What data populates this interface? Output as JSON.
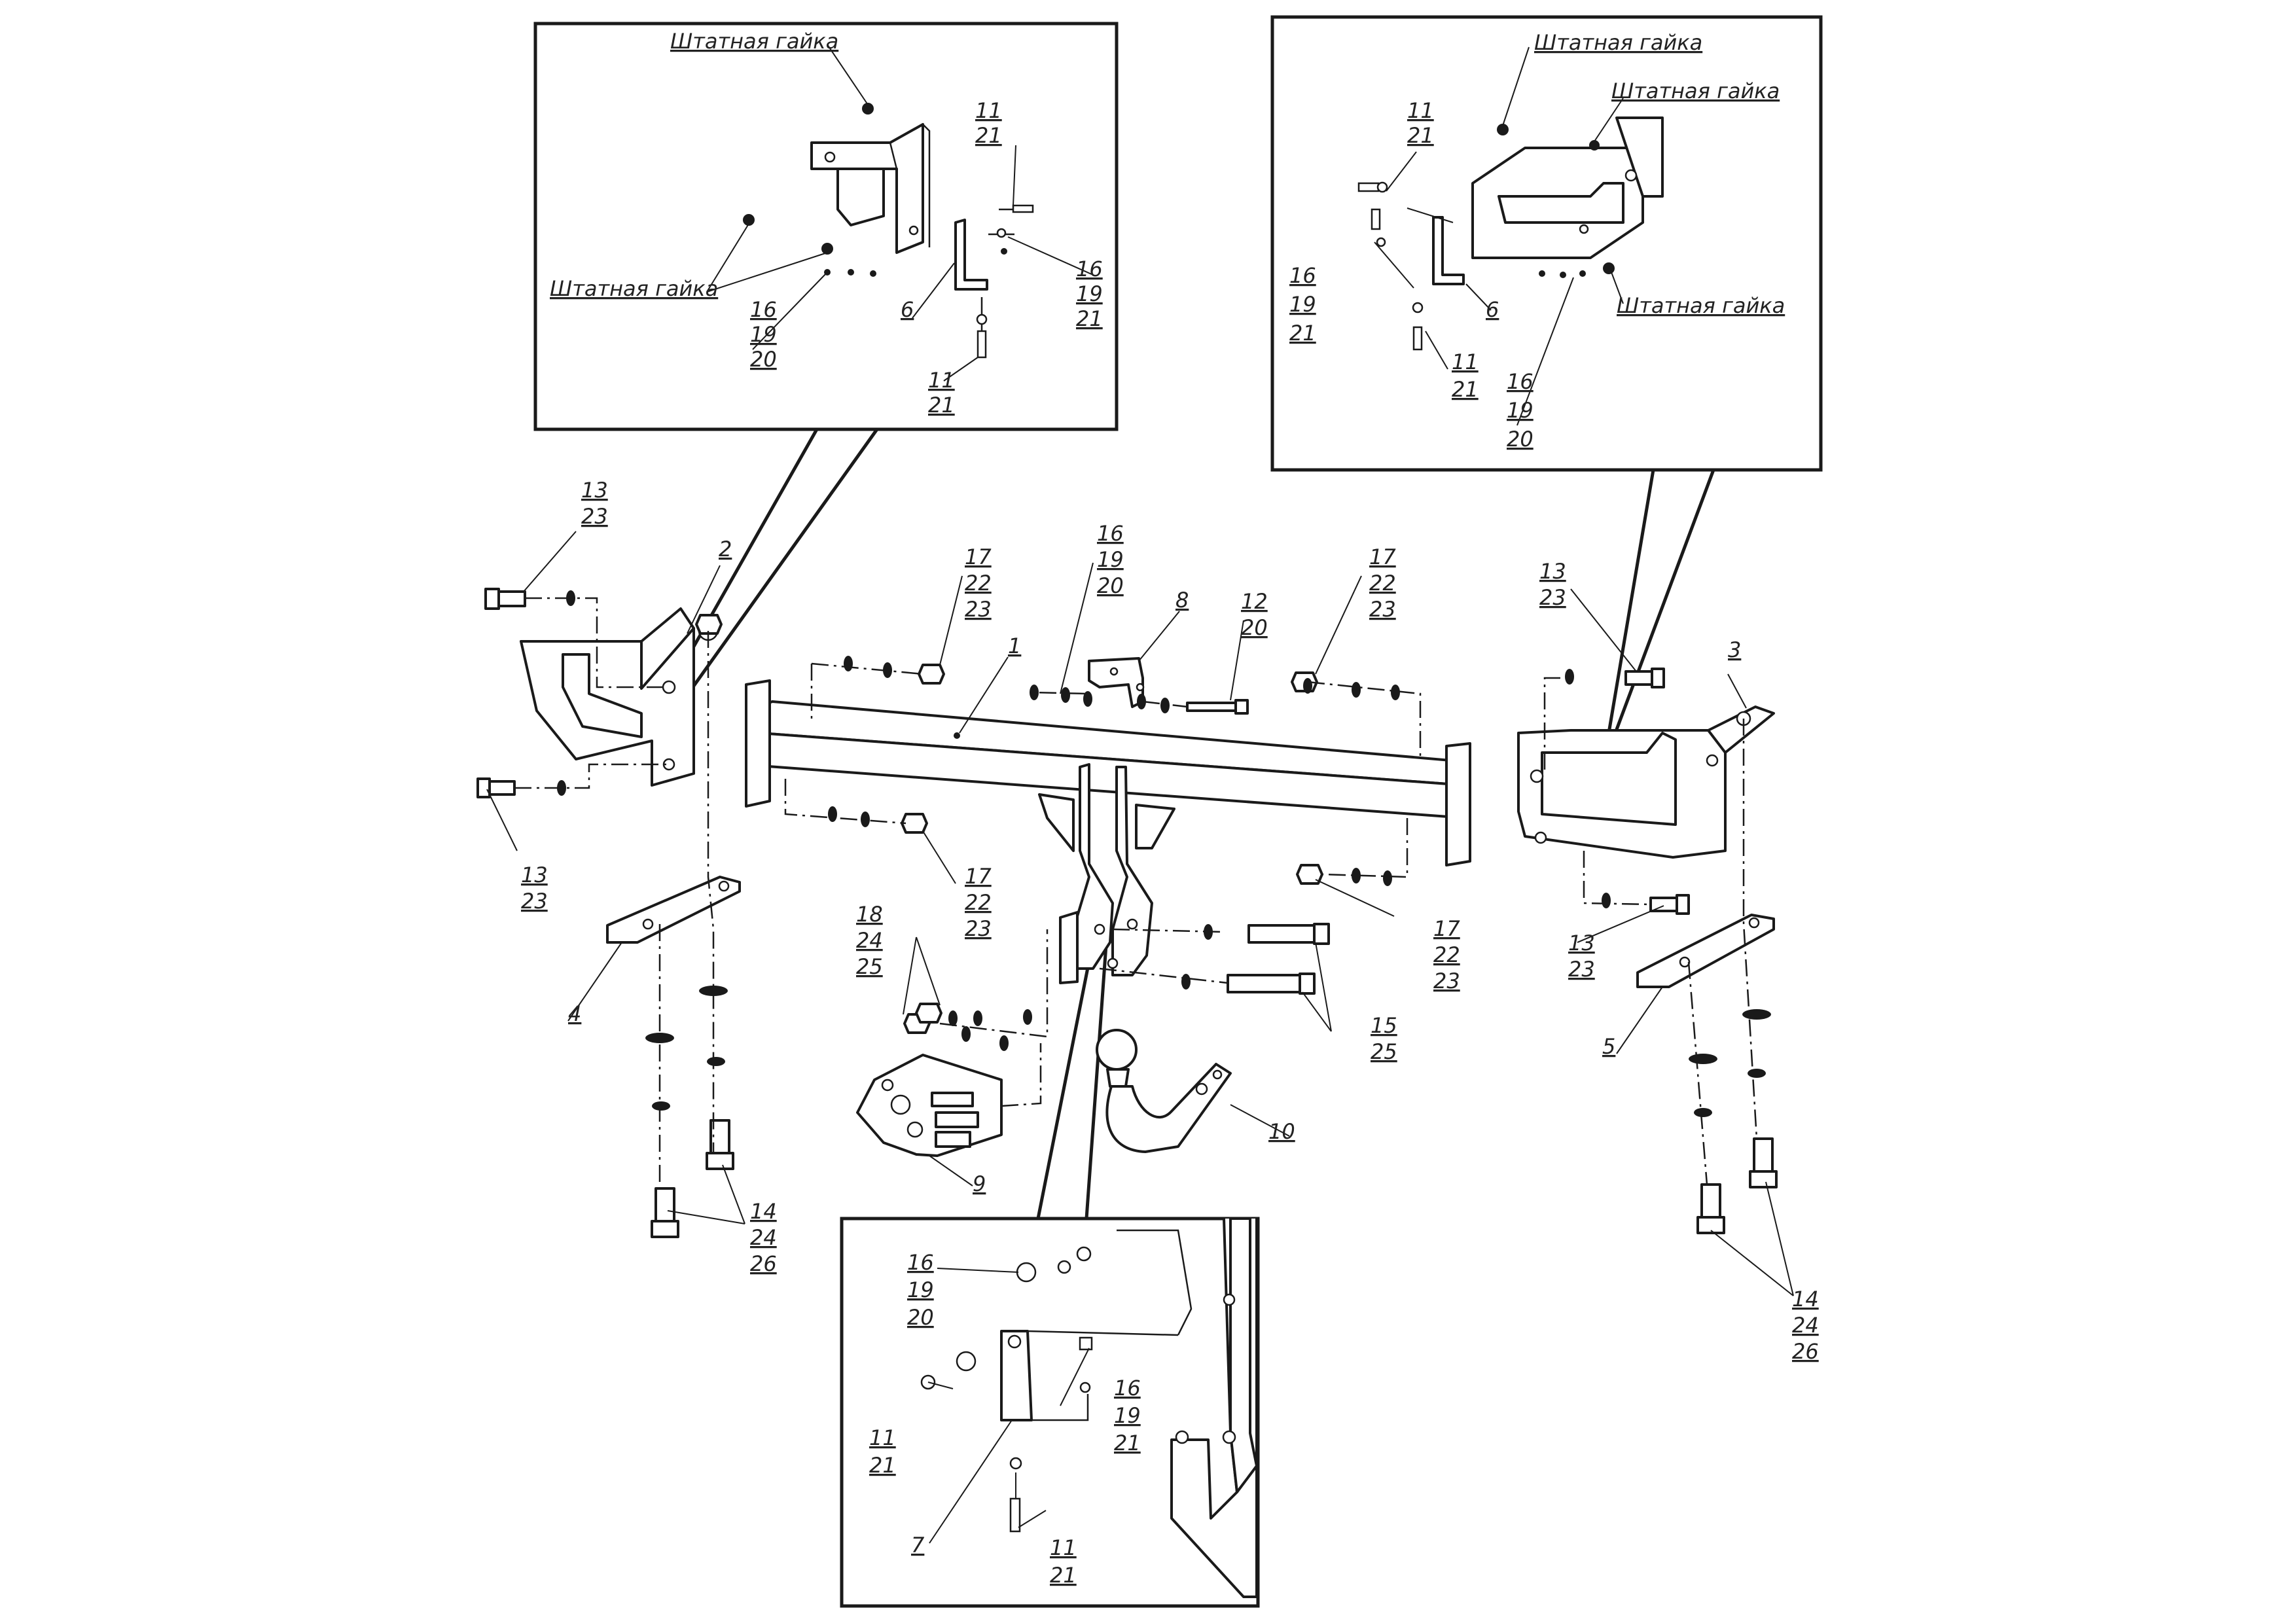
{
  "diagram": {
    "insets": {
      "top_left": {
        "labels": [
          {
            "id": "tl-nut-a",
            "text": "Штатная гайка"
          },
          {
            "id": "tl-nut-b",
            "text": "Штатная гайка"
          },
          {
            "id": "tl-a",
            "lines": [
              "11",
              "21"
            ]
          },
          {
            "id": "tl-b",
            "lines": [
              "16",
              "19",
              "21"
            ]
          },
          {
            "id": "tl-c",
            "lines": [
              "16",
              "19",
              "20"
            ]
          },
          {
            "id": "tl-d",
            "lines": [
              "6"
            ]
          },
          {
            "id": "tl-e",
            "lines": [
              "11",
              "21"
            ]
          }
        ]
      },
      "top_right": {
        "labels": [
          {
            "id": "tr-nut-a",
            "text": "Штатная гайка"
          },
          {
            "id": "tr-nut-b",
            "text": "Штатная гайка"
          },
          {
            "id": "tr-nut-c",
            "text": "Штатная гайка"
          },
          {
            "id": "tr-a",
            "lines": [
              "11",
              "21"
            ]
          },
          {
            "id": "tr-b",
            "lines": [
              "16",
              "19",
              "21"
            ]
          },
          {
            "id": "tr-c",
            "lines": [
              "6"
            ]
          },
          {
            "id": "tr-d",
            "lines": [
              "11",
              "21"
            ]
          },
          {
            "id": "tr-e",
            "lines": [
              "16",
              "19",
              "20"
            ]
          }
        ]
      },
      "bottom": {
        "labels": [
          {
            "id": "bt-a",
            "lines": [
              "16",
              "19",
              "20"
            ]
          },
          {
            "id": "bt-b",
            "lines": [
              "16",
              "19",
              "21"
            ]
          },
          {
            "id": "bt-c",
            "lines": [
              "11",
              "21"
            ]
          },
          {
            "id": "bt-d",
            "lines": [
              "7"
            ]
          },
          {
            "id": "bt-e",
            "lines": [
              "11",
              "21"
            ]
          }
        ]
      }
    },
    "main_labels": [
      {
        "id": "m-13a",
        "lines": [
          "13",
          "23"
        ]
      },
      {
        "id": "m-2",
        "lines": [
          "2"
        ]
      },
      {
        "id": "m-13b",
        "lines": [
          "13",
          "23"
        ]
      },
      {
        "id": "m-17a",
        "lines": [
          "17",
          "22",
          "23"
        ]
      },
      {
        "id": "m-1",
        "lines": [
          "1"
        ]
      },
      {
        "id": "m-16",
        "lines": [
          "16",
          "19",
          "20"
        ]
      },
      {
        "id": "m-8",
        "lines": [
          "8"
        ]
      },
      {
        "id": "m-12",
        "lines": [
          "12",
          "20"
        ]
      },
      {
        "id": "m-17b",
        "lines": [
          "17",
          "22",
          "23"
        ]
      },
      {
        "id": "m-13c",
        "lines": [
          "13",
          "23"
        ]
      },
      {
        "id": "m-3",
        "lines": [
          "3"
        ]
      },
      {
        "id": "m-17c",
        "lines": [
          "17",
          "22",
          "23"
        ]
      },
      {
        "id": "m-4",
        "lines": [
          "4"
        ]
      },
      {
        "id": "m-18",
        "lines": [
          "18",
          "24",
          "25"
        ]
      },
      {
        "id": "m-17d",
        "lines": [
          "17",
          "22",
          "23"
        ]
      },
      {
        "id": "m-13d",
        "lines": [
          "13",
          "23"
        ]
      },
      {
        "id": "m-15",
        "lines": [
          "15",
          "25"
        ]
      },
      {
        "id": "m-5",
        "lines": [
          "5"
        ]
      },
      {
        "id": "m-9",
        "lines": [
          "9"
        ]
      },
      {
        "id": "m-10",
        "lines": [
          "10"
        ]
      },
      {
        "id": "m-14a",
        "lines": [
          "14",
          "24",
          "26"
        ]
      },
      {
        "id": "m-14b",
        "lines": [
          "14",
          "24",
          "26"
        ]
      }
    ]
  }
}
